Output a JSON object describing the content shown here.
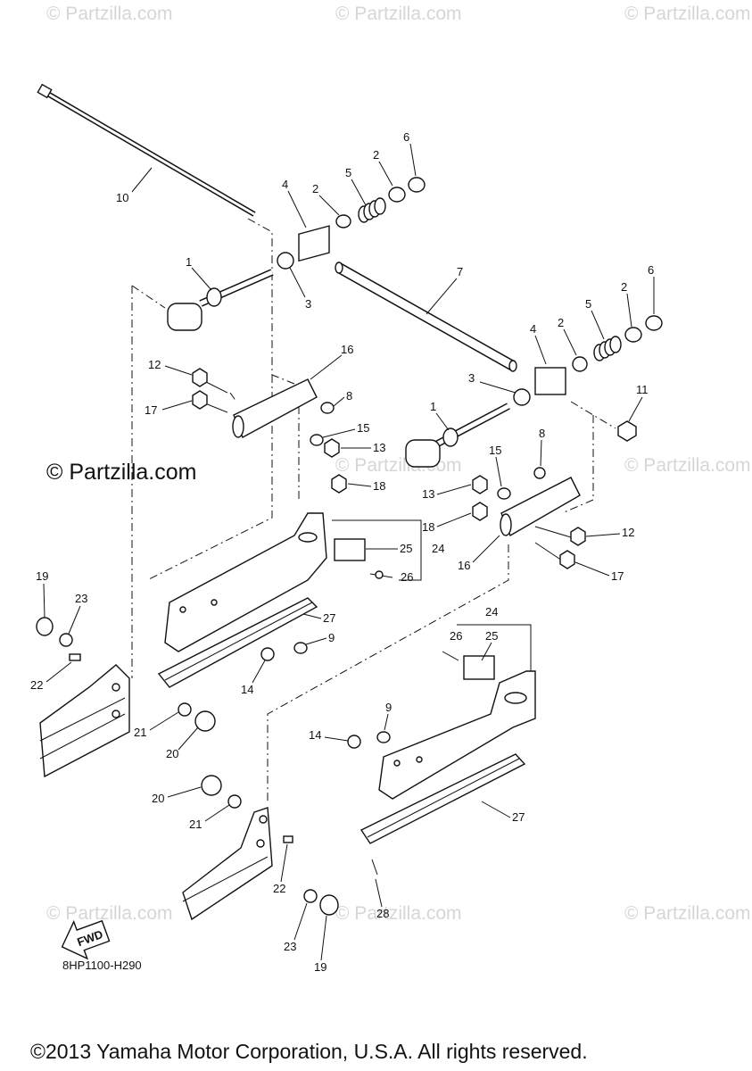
{
  "watermarks": [
    "© Partzilla.com",
    "© Partzilla.com"
  ],
  "watermark_prominent": "© Partzilla.com",
  "diagram_code": "8HP1100-H290",
  "copyright": "©2013 Yamaha Motor Corporation, U.S.A. All rights reserved.",
  "fwd_label": "FWD",
  "callouts": [
    "1",
    "2",
    "3",
    "4",
    "5",
    "6",
    "7",
    "8",
    "9",
    "10",
    "11",
    "12",
    "13",
    "14",
    "15",
    "16",
    "17",
    "18",
    "19",
    "20",
    "21",
    "22",
    "23",
    "24",
    "25",
    "26",
    "27",
    "28"
  ]
}
